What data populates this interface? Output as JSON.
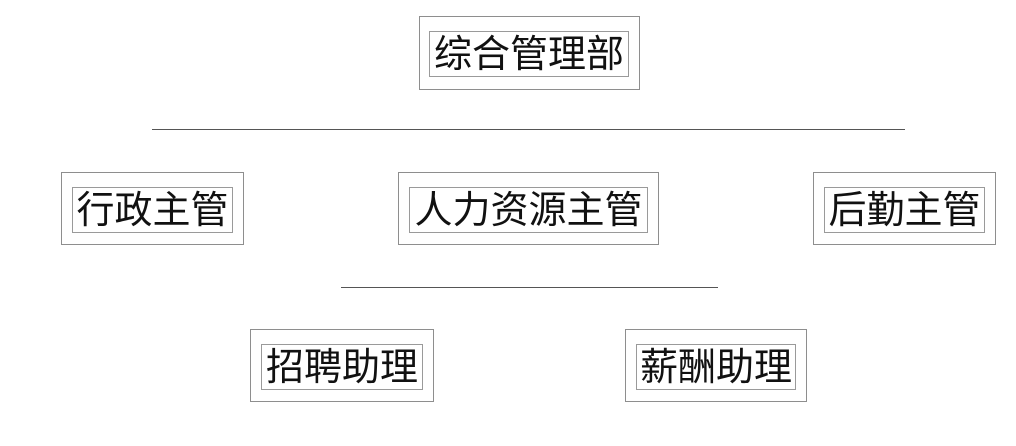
{
  "org_chart": {
    "root": {
      "label": "综合管理部"
    },
    "managers": [
      {
        "label": "行政主管"
      },
      {
        "label": "人力资源主管"
      },
      {
        "label": "后勤主管"
      }
    ],
    "assistants": [
      {
        "label": "招聘助理"
      },
      {
        "label": "薪酬助理"
      }
    ]
  }
}
